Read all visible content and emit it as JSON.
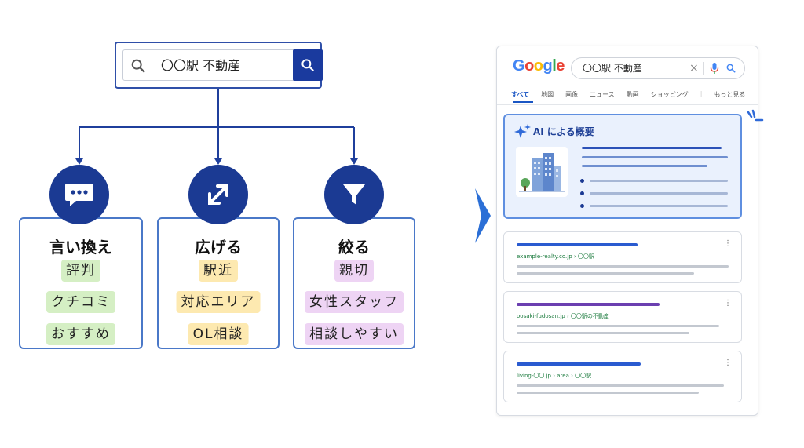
{
  "diagram": {
    "search_query": "〇〇駅 不動産",
    "branches": [
      {
        "title": "言い換え",
        "icon": "chat-bubble-icon",
        "color": "green",
        "tags": [
          "評判",
          "クチコミ",
          "おすすめ"
        ]
      },
      {
        "title": "広げる",
        "icon": "expand-arrows-icon",
        "color": "yellow",
        "tags": [
          "駅近",
          "対応エリア",
          "OL相談"
        ]
      },
      {
        "title": "絞る",
        "icon": "funnel-icon",
        "color": "purple",
        "tags": [
          "親切",
          "女性スタッフ",
          "相談しやすい"
        ]
      }
    ],
    "colors": {
      "navy": "#1b3a93",
      "card_border": "#4a78c8",
      "green_tag": "#d5efc4",
      "yellow_tag": "#fde9b0",
      "purple_tag": "#eed4f4"
    }
  },
  "serp": {
    "logo": {
      "letters": [
        "G",
        "o",
        "o",
        "g",
        "l",
        "e"
      ],
      "colors": [
        "#4285F4",
        "#EA4335",
        "#FBBC05",
        "#4285F4",
        "#34A853",
        "#EA4335"
      ]
    },
    "query": "〇〇駅 不動産",
    "clear_symbol": "×",
    "tabs": [
      "すべて",
      "地図",
      "画像",
      "ニュース",
      "動画",
      "ショッピング",
      "もっと見る"
    ],
    "active_tab": "すべて",
    "ai_overview_title": "AI による概要",
    "results": [
      {
        "url": "example-realty.co.jp › 〇〇駅",
        "title_color": "#2a5bd0"
      },
      {
        "url": "oosaki-fudosan.jp › 〇〇駅の不動産",
        "title_color": "#6b3fb0"
      },
      {
        "url": "living-〇〇.jp › area › 〇〇駅",
        "title_color": "#2a5bd0"
      }
    ],
    "kebab_symbol": "⋮"
  }
}
